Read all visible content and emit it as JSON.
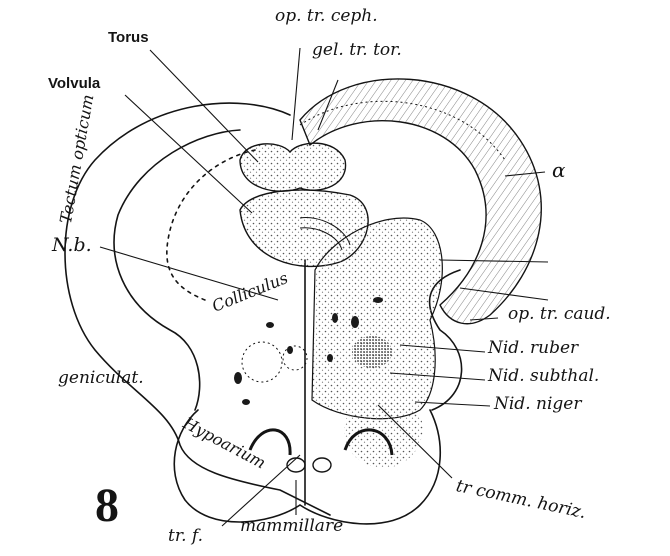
{
  "figure": {
    "number": "8",
    "labels": {
      "op_tr_ceph": "op. tr. ceph.",
      "gel_tr_tor": "gel. tr. tor.",
      "torus": "Torus",
      "volvula": "Volvula",
      "alpha": "α",
      "tectum_opticum": "Tectum opticum",
      "nb": "N.b.",
      "colliculus": "Colliculus",
      "op_tr_caud": "op. tr. caud.",
      "nid_ruber": "Nid. ruber",
      "geniculat": "geniculat.",
      "nid_subthal": "Nid. subthal.",
      "hypoarium": "Hypoarium",
      "nid_niger": "Nid. niger",
      "tr_comm_horiz": "tr comm. horiz.",
      "tr_f": "tr. f.",
      "mammillare": "mammillare"
    }
  },
  "colors": {
    "ink": "#141414",
    "paper": "#ffffff",
    "stipple": "#555555"
  }
}
